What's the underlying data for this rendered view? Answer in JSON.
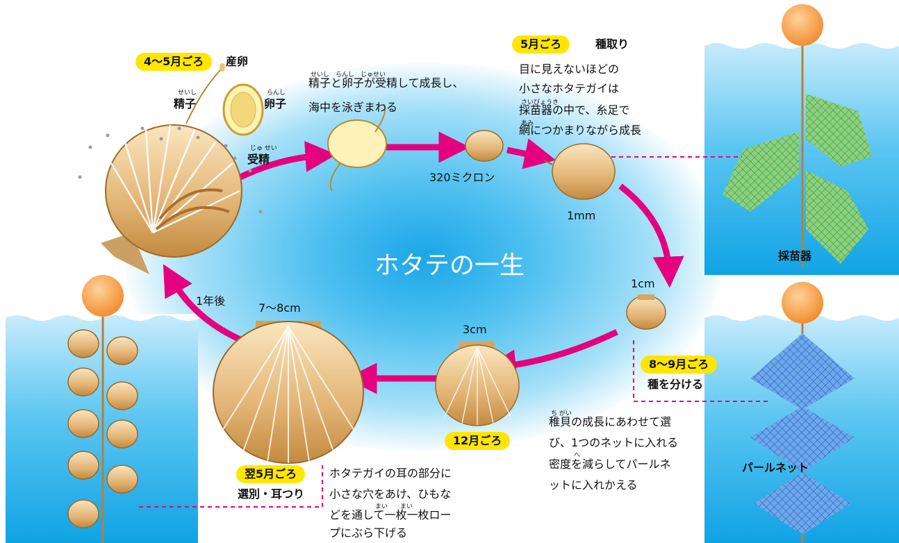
{
  "title": "ホタテの一生",
  "stages": {
    "spawning": {
      "period": "4〜5月ごろ",
      "event": "産卵",
      "sperm": "精子",
      "egg": "卵子",
      "fertilization": "受精",
      "sperm_ruby": "せいし",
      "egg_ruby": "らんし",
      "fert_ruby": "じゅ せい"
    },
    "larva": {
      "line1": "精子と卵子が受精して成長し、",
      "line2": "海中を泳ぎまわる",
      "ruby": "せいし　らんし　じゅせい"
    },
    "size_320": "320ミクロン",
    "collection": {
      "period": "5月ごろ",
      "event": "種取り",
      "lines": [
        "目に見えないほどの",
        "小さなホタテガイは",
        "採苗器の中で、糸足で",
        "網につかまりながら成長"
      ],
      "ruby1": "さいびょうき",
      "ruby2": "あみ"
    },
    "size_1mm": "1mm",
    "collector_label": "採苗器",
    "size_1cm": "1cm",
    "sorting": {
      "period": "8〜9月ごろ",
      "event": "種を分ける",
      "lines": [
        "稚貝の成長にあわせて選",
        "び、1つのネットに入れる",
        "密度を減らしてパールネ",
        "ットに入れかえる"
      ],
      "ruby": "ち がい",
      "ruby2": "へ"
    },
    "pearl_net_label": "パールネット",
    "size_3cm": "3cm",
    "december": "12月ごろ",
    "size_7_8": "7〜8cm",
    "one_year": "1年後",
    "hanging": {
      "period": "翌5月ごろ",
      "event": "選別・耳つり",
      "lines": [
        "ホタテガイの耳の部分に",
        "小さな穴をあけ、ひもな",
        "どを通して一枚一枚ロー",
        "プにぶら下げる"
      ],
      "ruby": "まい　　まい"
    }
  },
  "colors": {
    "arrow": "#e4007f",
    "tag": "#ffe600",
    "water": "#10a3e4",
    "buoy": "#f39a3a"
  }
}
